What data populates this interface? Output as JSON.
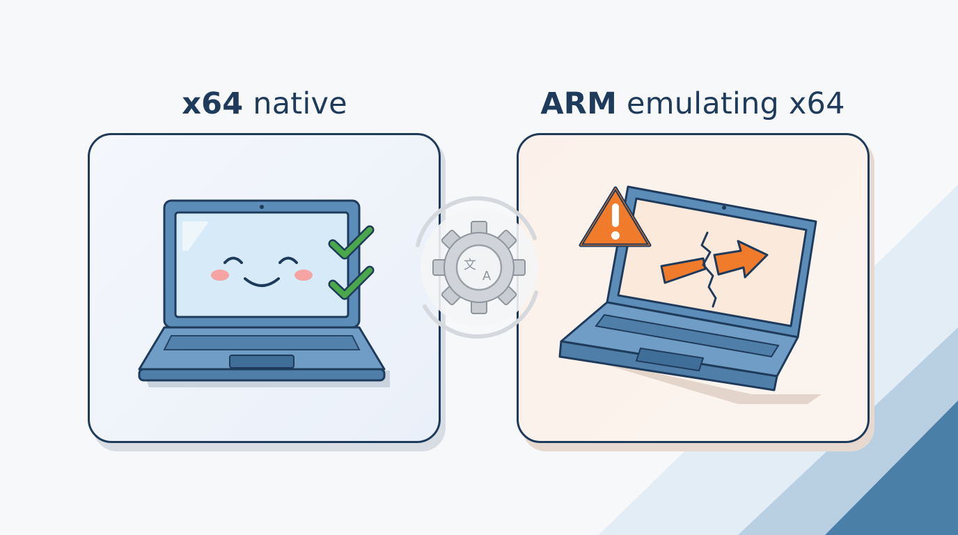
{
  "panels": {
    "left": {
      "title_bold": "x64",
      "title_rest": " native",
      "status": "success"
    },
    "right": {
      "title_bold": "ARM",
      "title_rest": " emulating x64",
      "status": "warning"
    }
  },
  "center_icon": "translate-gear-icon",
  "icons": {
    "left": [
      "laptop-icon",
      "smiley-face-icon",
      "checkmark-icon",
      "checkmark-icon"
    ],
    "right": [
      "laptop-icon",
      "warning-triangle-icon",
      "broken-arrow-icon"
    ]
  },
  "colors": {
    "navy": "#1f3b5c",
    "laptop_blue": "#5b8db8",
    "screen_blue": "#d7eaf7",
    "check_green": "#4aa84a",
    "warning_orange": "#f07b2b",
    "gear_gray": "#c9ccd1",
    "corner_blue": "#4a7fa8"
  }
}
